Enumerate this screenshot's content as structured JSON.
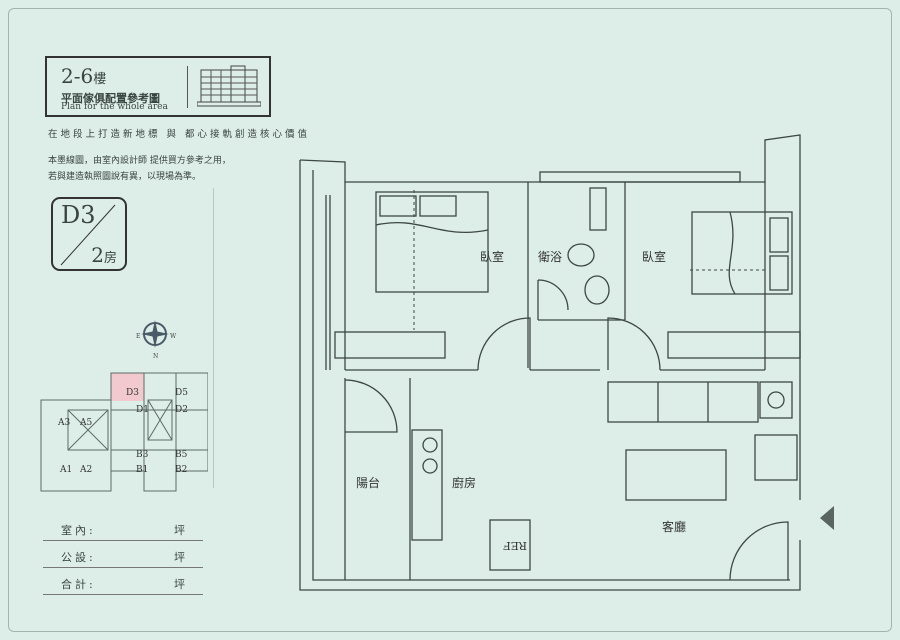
{
  "header": {
    "floor": "2-6",
    "floor_suffix": "樓",
    "title_zh": "平面傢俱配置參考圖",
    "title_en": "Plan for the whole area"
  },
  "slogan": "在地段上打造新地標 與 都心接軌創造核心價值",
  "notes": [
    "本墨線圖，由室內設計師 提供買方參考之用，",
    "若與建造執照圖說有異，以現場為準。"
  ],
  "unit": {
    "code": "D3",
    "rooms": "2",
    "rooms_suffix": "房"
  },
  "compass": {
    "e": "E",
    "w": "W",
    "n": "N"
  },
  "key_plan": {
    "units": [
      "D3",
      "D1",
      "D5",
      "D2",
      "A3",
      "A5",
      "B3",
      "B5",
      "A1",
      "A2",
      "B1",
      "B2"
    ],
    "highlight_color": "#f2c9cf"
  },
  "areas": [
    {
      "label": "室內:",
      "unit": "坪"
    },
    {
      "label": "公設:",
      "unit": "坪"
    },
    {
      "label": "合計:",
      "unit": "坪"
    }
  ],
  "rooms": {
    "bedroom1": "臥室",
    "bath": "衛浴",
    "bedroom2": "臥室",
    "balcony": "陽台",
    "kitchen": "廚房",
    "living": "客廳",
    "fridge": "REF"
  }
}
